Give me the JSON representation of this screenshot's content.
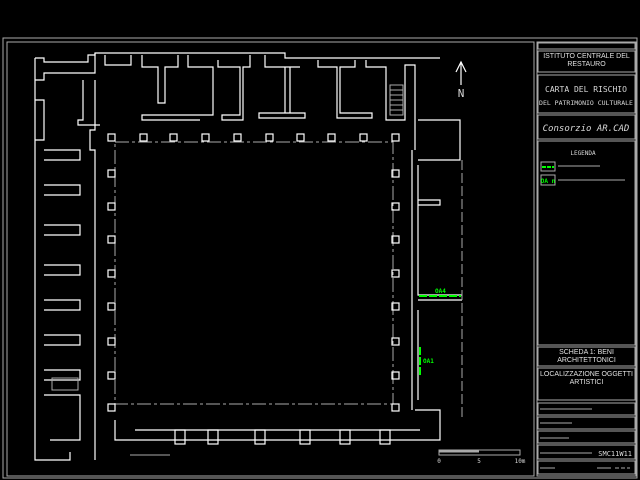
{
  "title_block": {
    "institute": "ISTITUTO CENTRALE DEL RESTAURO",
    "title_line1": "CARTA DEL RISCHIO",
    "title_line2": "DEL PATRIMONIO CULTURALE",
    "consortium": "Consorzio  AR.CAD",
    "legend_title": "LEGENDA",
    "legend_symbol_label": "OA n",
    "sheet": "SCHEDA 1: BENI ARCHITETTONICI",
    "subject": "LOCALIZZAZIONE OGGETTI ARTISTICI",
    "code": "SMC11W11"
  },
  "plan": {
    "north_label": "N",
    "markers": [
      "OA4",
      "OA1"
    ],
    "scale_bar": {
      "ticks": [
        "0",
        "5",
        "10m"
      ]
    }
  },
  "colors": {
    "background": "#000000",
    "lines": "#ffffff",
    "highlight": "#00ff00"
  }
}
